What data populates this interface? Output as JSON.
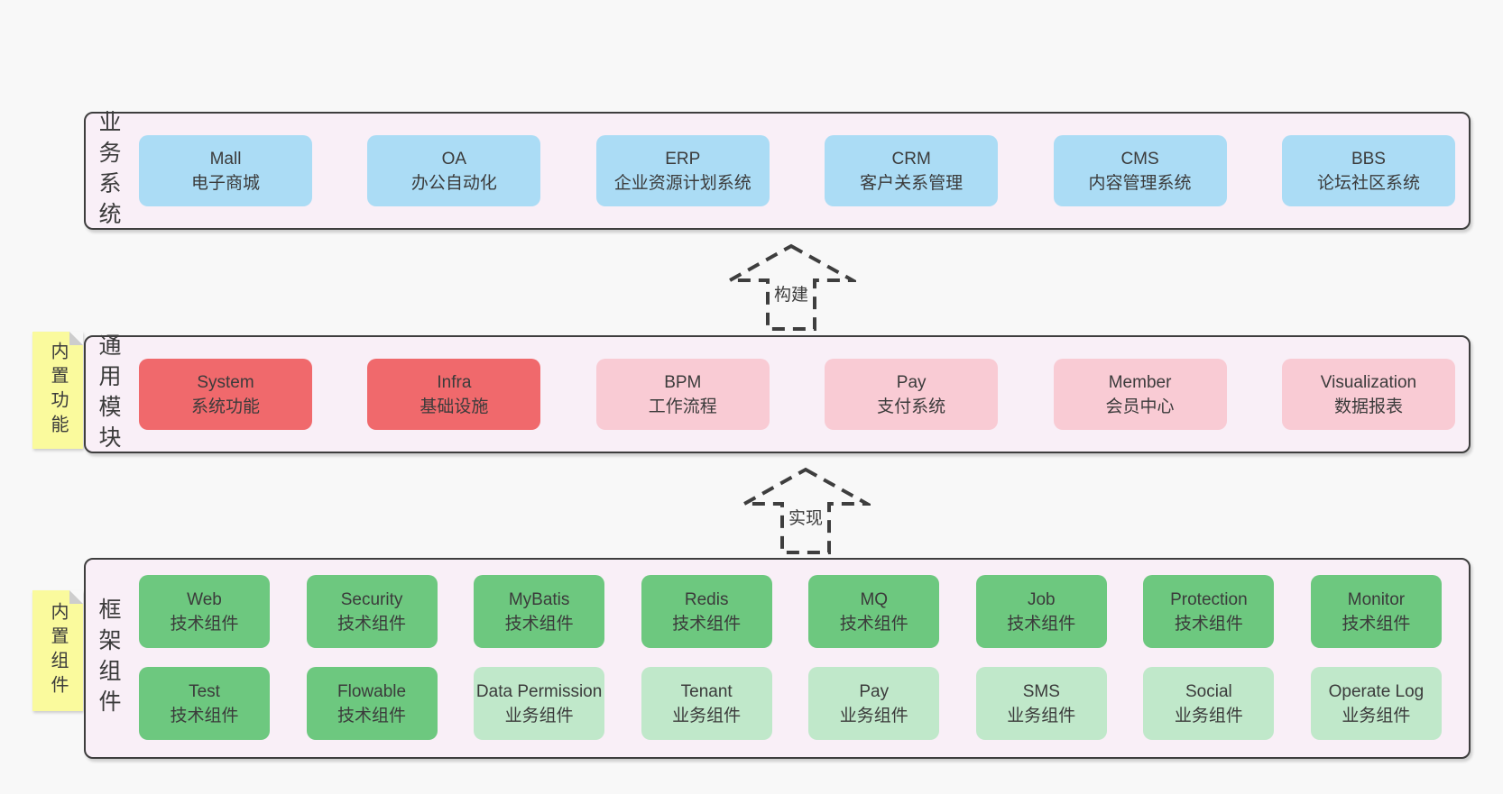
{
  "colors": {
    "page_bg": "#f8f8f8",
    "panel_bg": "#f9eff7",
    "line": "#3e3e3e",
    "text": "#3b3b3b",
    "blue": "#abdcf5",
    "red": "#f0696c",
    "pink": "#f9cbd4",
    "green": "#6dc87f",
    "green_light": "#c0e8ca",
    "sticky": "#fafa9d",
    "fold": "#cdcdcd"
  },
  "arrows": [
    {
      "label": "构建"
    },
    {
      "label": "实现"
    }
  ],
  "layers": [
    {
      "label": "业务系统",
      "boxes": [
        {
          "title": "Mall",
          "subtitle": "电子商城"
        },
        {
          "title": "OA",
          "subtitle": "办公自动化"
        },
        {
          "title": "ERP",
          "subtitle": "企业资源计划系统"
        },
        {
          "title": "CRM",
          "subtitle": "客户关系管理"
        },
        {
          "title": "CMS",
          "subtitle": "内容管理系统"
        },
        {
          "title": "BBS",
          "subtitle": "论坛社区系统"
        }
      ]
    },
    {
      "label": "通用模块",
      "sticky": "内置功能",
      "boxes": [
        {
          "title": "System",
          "subtitle": "系统功能"
        },
        {
          "title": "Infra",
          "subtitle": "基础设施"
        },
        {
          "title": "BPM",
          "subtitle": "工作流程"
        },
        {
          "title": "Pay",
          "subtitle": "支付系统"
        },
        {
          "title": "Member",
          "subtitle": "会员中心"
        },
        {
          "title": "Visualization",
          "subtitle": "数据报表"
        }
      ]
    },
    {
      "label": "框架组件",
      "sticky": "内置组件",
      "rows": [
        [
          {
            "title": "Web",
            "subtitle": "技术组件"
          },
          {
            "title": "Security",
            "subtitle": "技术组件"
          },
          {
            "title": "MyBatis",
            "subtitle": "技术组件"
          },
          {
            "title": "Redis",
            "subtitle": "技术组件"
          },
          {
            "title": "MQ",
            "subtitle": "技术组件"
          },
          {
            "title": "Job",
            "subtitle": "技术组件"
          },
          {
            "title": "Protection",
            "subtitle": "技术组件"
          },
          {
            "title": "Monitor",
            "subtitle": "技术组件"
          }
        ],
        [
          {
            "title": "Test",
            "subtitle": "技术组件"
          },
          {
            "title": "Flowable",
            "subtitle": "技术组件"
          },
          {
            "title": "Data Permission",
            "subtitle": "业务组件"
          },
          {
            "title": "Tenant",
            "subtitle": "业务组件"
          },
          {
            "title": "Pay",
            "subtitle": "业务组件"
          },
          {
            "title": "SMS",
            "subtitle": "业务组件"
          },
          {
            "title": "Social",
            "subtitle": "业务组件"
          },
          {
            "title": "Operate Log",
            "subtitle": "业务组件"
          }
        ]
      ]
    }
  ]
}
